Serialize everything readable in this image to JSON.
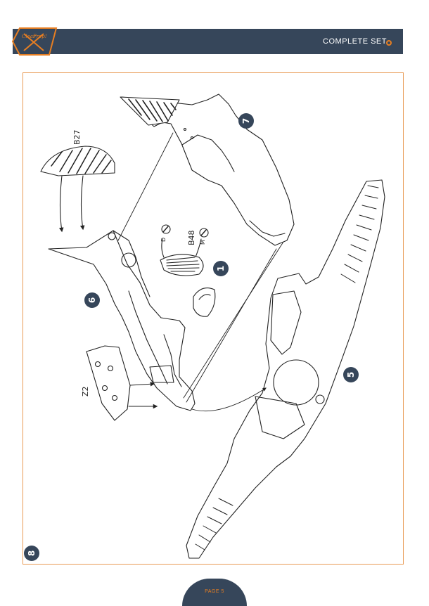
{
  "header": {
    "logo_text_1": "Clear",
    "logo_text_2": "Prop!",
    "title": "COMPLETE SET",
    "accent_color": "#e67e22",
    "bar_color": "#36465a"
  },
  "step": {
    "number": "8"
  },
  "callouts": [
    {
      "number": "1"
    },
    {
      "number": "5"
    },
    {
      "number": "6"
    },
    {
      "number": "7"
    }
  ],
  "part_labels": [
    "B27",
    "B48",
    "Z2",
    "D",
    "M"
  ],
  "footer": {
    "page_label": "PAGE 5"
  }
}
